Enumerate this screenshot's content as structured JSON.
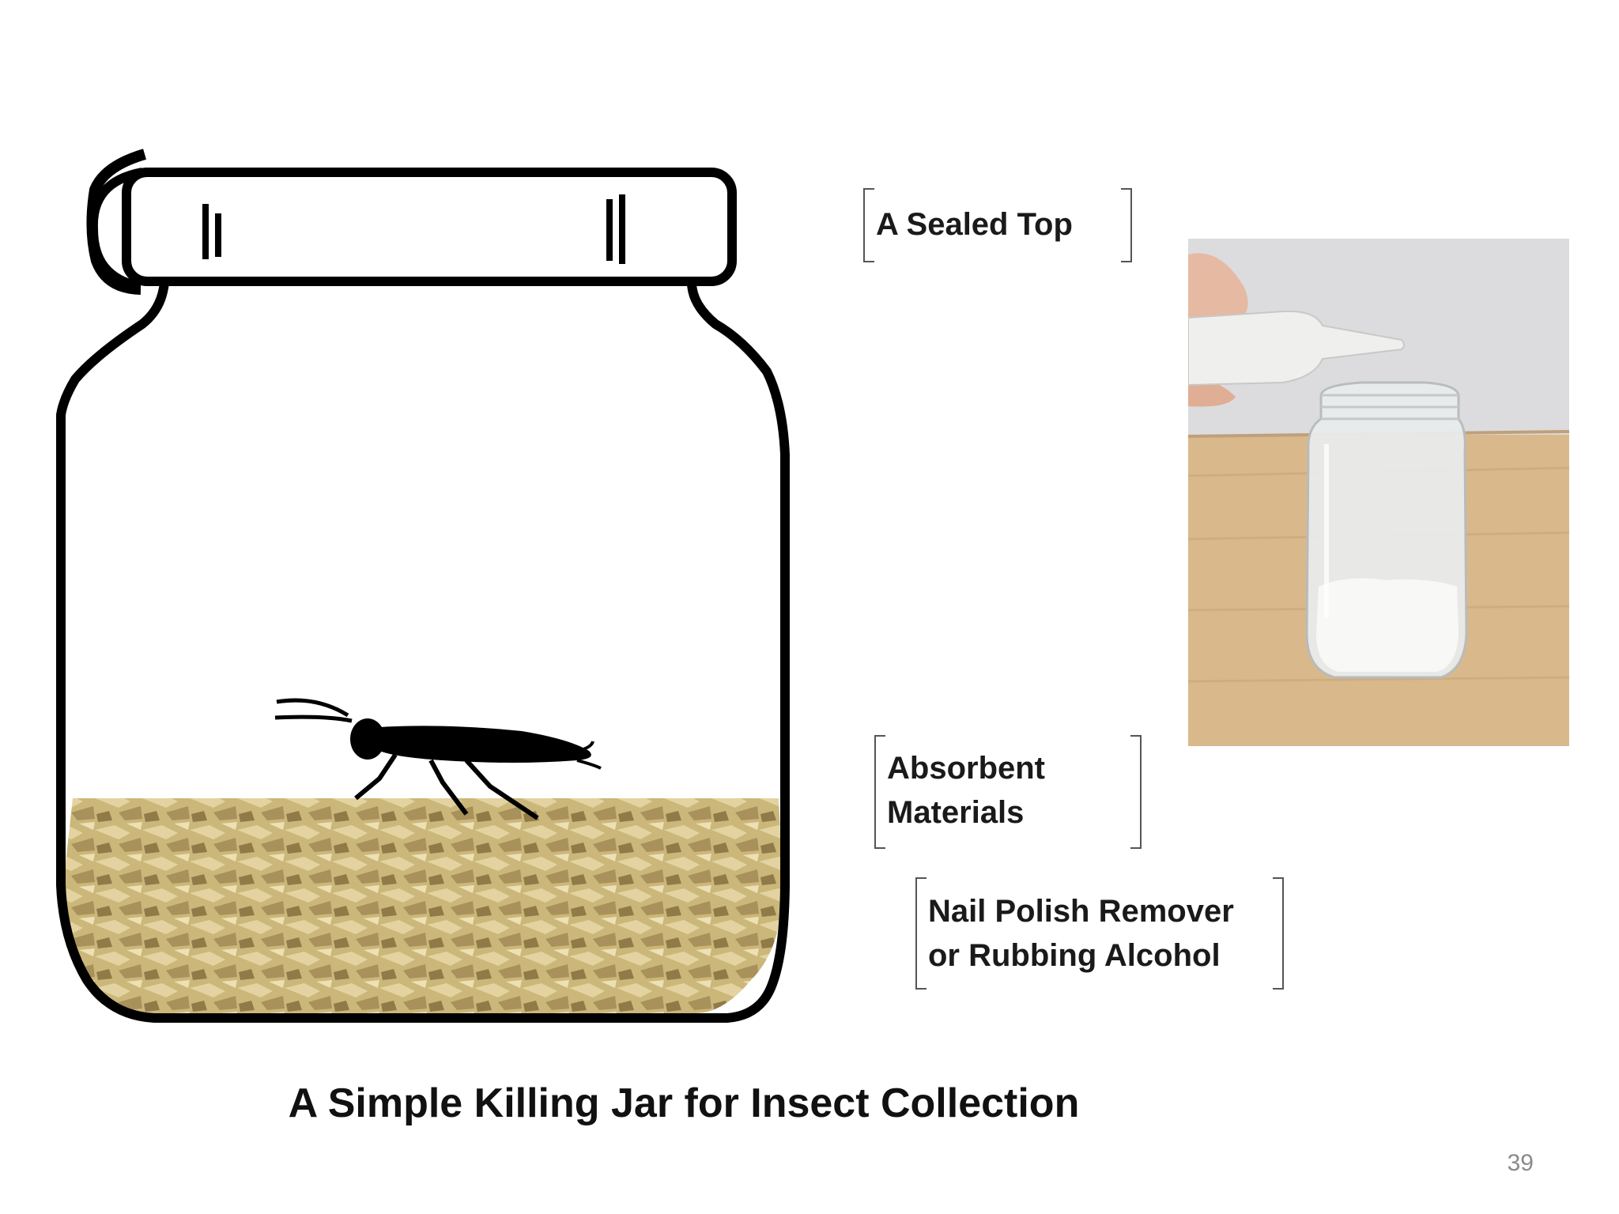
{
  "labels": {
    "sealed_top": "A Sealed Top",
    "absorbent": [
      "Absorbent",
      "Materials"
    ],
    "liquid": [
      "Nail Polish Remover",
      "or Rubbing Alcohol"
    ]
  },
  "title": "A Simple Killing Jar for Insect Collection",
  "page_number": "39",
  "photo": {
    "subject": "photo of glass jar with white powder and squeeze bottle"
  },
  "colors": {
    "outline": "#000000",
    "wood_chips": "#c8b477",
    "table": "#d9b98c",
    "wall": "#dcdcdf"
  }
}
